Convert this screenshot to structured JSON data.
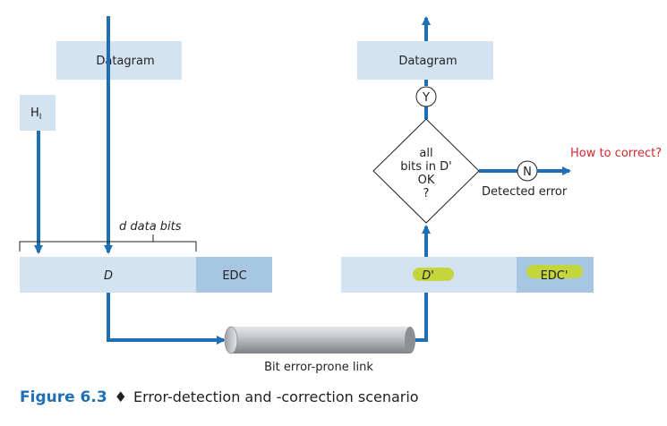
{
  "sender": {
    "datagram_label": "Datagram",
    "header_label": "H",
    "header_subscript": "I",
    "bracket_label": "d data bits",
    "data_label": "D",
    "edc_label": "EDC"
  },
  "link": {
    "label": "Bit error-prone link"
  },
  "receiver": {
    "datagram_label": "Datagram",
    "yes_label": "Y",
    "no_label": "N",
    "decision_lines": [
      "all",
      "bits in D'",
      "OK",
      "?"
    ],
    "data_label": "D'",
    "edc_label": "EDC'",
    "detected_label": "Detected error",
    "correct_label": "How to correct?"
  },
  "caption": {
    "figure": "Figure 6.3",
    "separator": "♦",
    "text": "Error-detection and -correction scenario"
  },
  "colors": {
    "box_light": "#d3e3f1",
    "box_dark": "#a7c6e2",
    "arrow": "#1f6fb5",
    "highlight": "#c3d63b",
    "question": "#d7262e"
  }
}
